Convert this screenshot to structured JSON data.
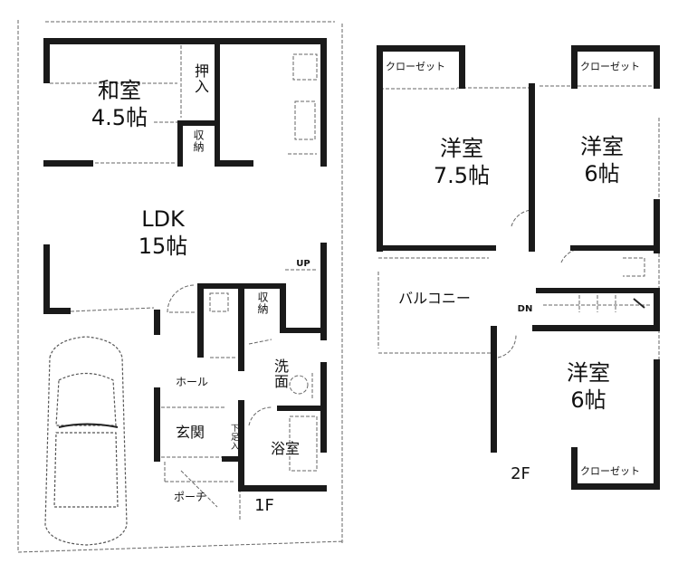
{
  "floor_plan": {
    "floors": [
      {
        "label": "1F",
        "rooms": [
          {
            "id": "washitsu",
            "name": "和室",
            "size": "4.5帖"
          },
          {
            "id": "oshiire",
            "name": "押入"
          },
          {
            "id": "shuno1",
            "name": "収納"
          },
          {
            "id": "ldk",
            "name": "LDK",
            "size": "15帖"
          },
          {
            "id": "shuno2",
            "name": "収納"
          },
          {
            "id": "hall",
            "name": "ホール"
          },
          {
            "id": "senmen",
            "name": "洗面"
          },
          {
            "id": "genkan",
            "name": "玄関"
          },
          {
            "id": "getabako",
            "name": "下足入"
          },
          {
            "id": "yokushitsu",
            "name": "浴室"
          },
          {
            "id": "porch",
            "name": "ポーチ"
          }
        ],
        "stair_label": "UP"
      },
      {
        "label": "2F",
        "rooms": [
          {
            "id": "yoshitsu1",
            "name": "洋室",
            "size": "7.5帖"
          },
          {
            "id": "closet1",
            "name": "クローゼット"
          },
          {
            "id": "yoshitsu2",
            "name": "洋室",
            "size": "6帖"
          },
          {
            "id": "closet2",
            "name": "クローゼット"
          },
          {
            "id": "balcony",
            "name": "バルコニー"
          },
          {
            "id": "yoshitsu3",
            "name": "洋室",
            "size": "6帖"
          },
          {
            "id": "closet3",
            "name": "クローゼット"
          }
        ],
        "stair_label": "DN"
      }
    ],
    "colors": {
      "wall": "#1a1a1a",
      "background": "#ffffff",
      "thin_line": "#777777"
    }
  }
}
